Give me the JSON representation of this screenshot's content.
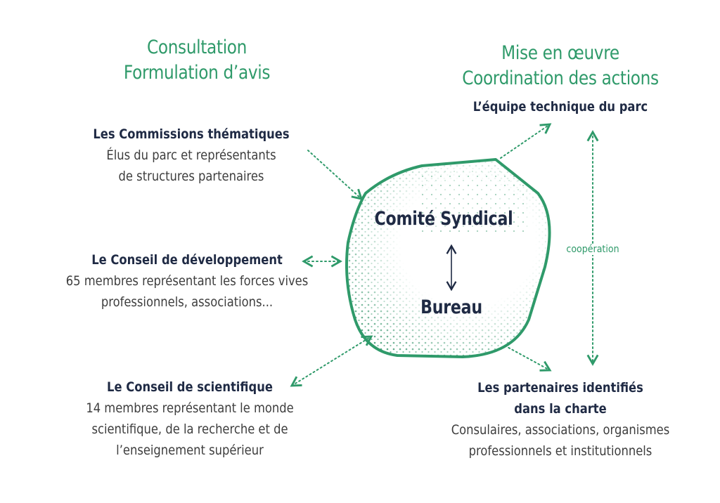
{
  "headings": {
    "left_line1": "Consultation",
    "left_line2": "Formulation d’avis",
    "right_line1": "Mise en œuvre",
    "right_line2": "Coordination des actions"
  },
  "center": {
    "top": "Comité Syndical",
    "bottom": "Bureau"
  },
  "boxes": {
    "commissions": {
      "title": "Les Commissions thématiques",
      "line1": "Élus du parc et représentants",
      "line2": "de structures partenaires"
    },
    "conseil_dev": {
      "title": "Le Conseil de développement",
      "line1": "65 membres représentant les forces vives",
      "line2": "professionnels, associations..."
    },
    "conseil_sci": {
      "title": "Le Conseil de scientifique",
      "line1": "14 membres représentant le monde",
      "line2": "scientifique, de la recherche et de",
      "line3": "l’enseignement supérieur"
    },
    "equipe": {
      "title": "L’équipe technique du parc"
    },
    "partenaires": {
      "title_line1": "Les partenaires identifiés",
      "title_line2": "dans la charte",
      "line1": "Consulaires, associations, organismes",
      "line2": "professionnels et institutionnels"
    }
  },
  "cooperation_label": "coopération",
  "colors": {
    "accent_green": "#2f9a6a",
    "navy": "#1f2a44",
    "text_gray": "#3d3d3d"
  }
}
